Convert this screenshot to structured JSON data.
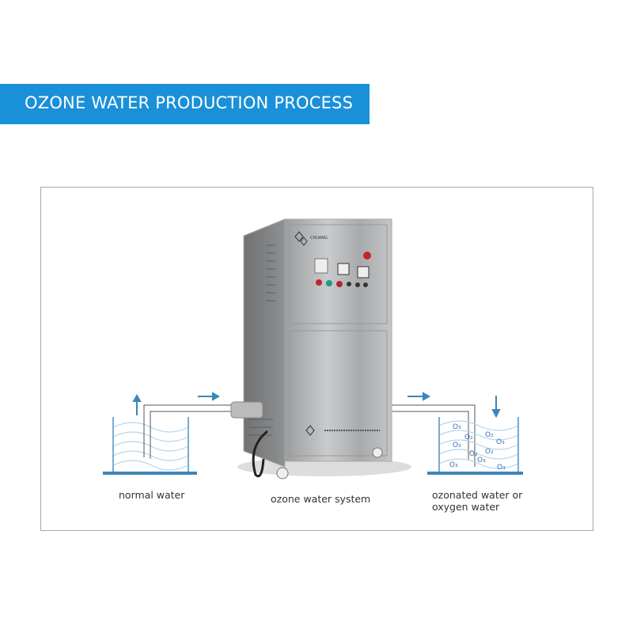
{
  "banner": {
    "title": "OZONE WATER PRODUCTION PROCESS",
    "color": "#1a90d9"
  },
  "labels": {
    "normal_water": "normal water",
    "system": "ozone water system",
    "ozonated_line1": "ozonated water or",
    "ozonated_line2": "oxygen water"
  },
  "molecules": [
    "O₃",
    "O₂",
    "O₃",
    "O₂",
    "O₃",
    "O₂",
    "O₃",
    "O₂",
    "O₃",
    "O₃"
  ],
  "machine": {
    "brand": "CHUANG"
  },
  "colors": {
    "line": "#4a90c0",
    "pipe": "#555555",
    "wave": "#a9cfe6"
  }
}
